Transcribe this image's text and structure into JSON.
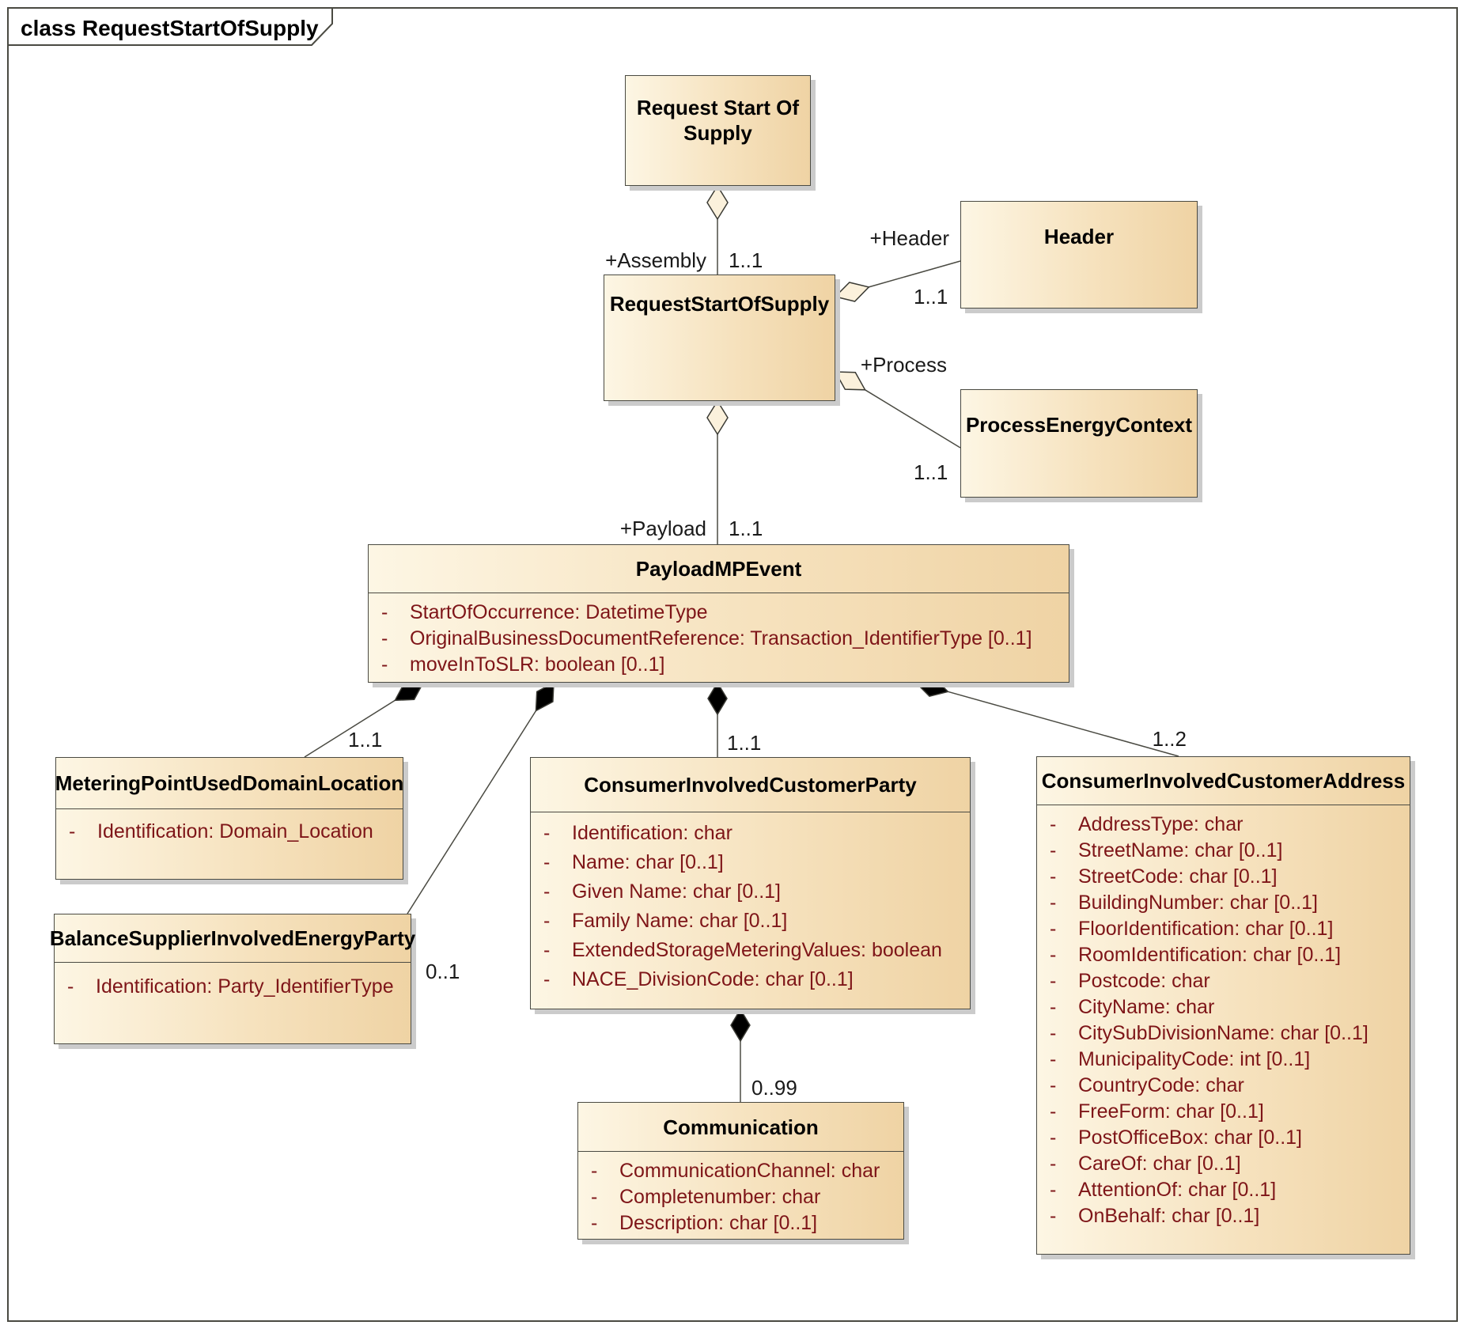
{
  "diagram": {
    "frame_title": "class RequestStartOfSupply",
    "attribute_visibility_marker": "-",
    "colors": {
      "box_fill_left": "#FDF6E4",
      "box_fill_right": "#EFD3A4",
      "box_border": "#4A4A42",
      "attribute_text": "#7E1518",
      "connector_line": "#4A4A42",
      "shadow": "#CBCBCB"
    },
    "classes": [
      {
        "name": "Request Start Of Supply",
        "attributes": []
      },
      {
        "name": "RequestStartOfSupply",
        "attributes": []
      },
      {
        "name": "Header",
        "attributes": []
      },
      {
        "name": "ProcessEnergyContext",
        "attributes": []
      },
      {
        "name": "PayloadMPEvent",
        "attributes": [
          "StartOfOccurrence: DatetimeType",
          "OriginalBusinessDocumentReference: Transaction_IdentifierType [0..1]",
          "moveInToSLR: boolean [0..1]"
        ]
      },
      {
        "name": "MeteringPointUsedDomainLocation",
        "attributes": [
          "Identification: Domain_Location"
        ]
      },
      {
        "name": "BalanceSupplierInvolvedEnergyParty",
        "attributes": [
          "Identification: Party_IdentifierType"
        ]
      },
      {
        "name": "ConsumerInvolvedCustomerParty",
        "attributes": [
          "Identification: char",
          "Name: char [0..1]",
          "Given Name: char [0..1]",
          "Family Name: char [0..1]",
          "ExtendedStorageMeteringValues: boolean",
          "NACE_DivisionCode: char [0..1]"
        ]
      },
      {
        "name": "ConsumerInvolvedCustomerAddress",
        "attributes": [
          "AddressType: char",
          "StreetName: char [0..1]",
          "StreetCode: char [0..1]",
          "BuildingNumber: char [0..1]",
          "FloorIdentification: char [0..1]",
          "RoomIdentification: char [0..1]",
          "Postcode: char",
          "CityName: char",
          "CitySubDivisionName: char [0..1]",
          "MunicipalityCode: int [0..1]",
          "CountryCode: char",
          "FreeForm: char [0..1]",
          "PostOfficeBox: char [0..1]",
          "CareOf: char [0..1]",
          "AttentionOf: char [0..1]",
          "OnBehalf: char [0..1]"
        ]
      },
      {
        "name": "Communication",
        "attributes": [
          "CommunicationChannel: char",
          "Completenumber: char",
          "Description: char [0..1]"
        ]
      }
    ],
    "connectors": [
      {
        "name": "assembly",
        "kind": "aggregation",
        "role": "+Assembly",
        "multiplicity": "1..1"
      },
      {
        "name": "header",
        "kind": "aggregation",
        "role": "+Header",
        "multiplicity": "1..1"
      },
      {
        "name": "process",
        "kind": "aggregation",
        "role": "+Process",
        "multiplicity": "1..1"
      },
      {
        "name": "payload",
        "kind": "aggregation",
        "role": "+Payload",
        "multiplicity": "1..1"
      },
      {
        "name": "metering-point",
        "kind": "composition",
        "role": "",
        "multiplicity": "1..1"
      },
      {
        "name": "balance-supplier",
        "kind": "composition",
        "role": "",
        "multiplicity": "0..1"
      },
      {
        "name": "consumer-party",
        "kind": "composition",
        "role": "",
        "multiplicity": "1..1"
      },
      {
        "name": "consumer-address",
        "kind": "composition",
        "role": "",
        "multiplicity": "1..2"
      },
      {
        "name": "communication",
        "kind": "composition",
        "role": "",
        "multiplicity": "0..99"
      }
    ]
  }
}
